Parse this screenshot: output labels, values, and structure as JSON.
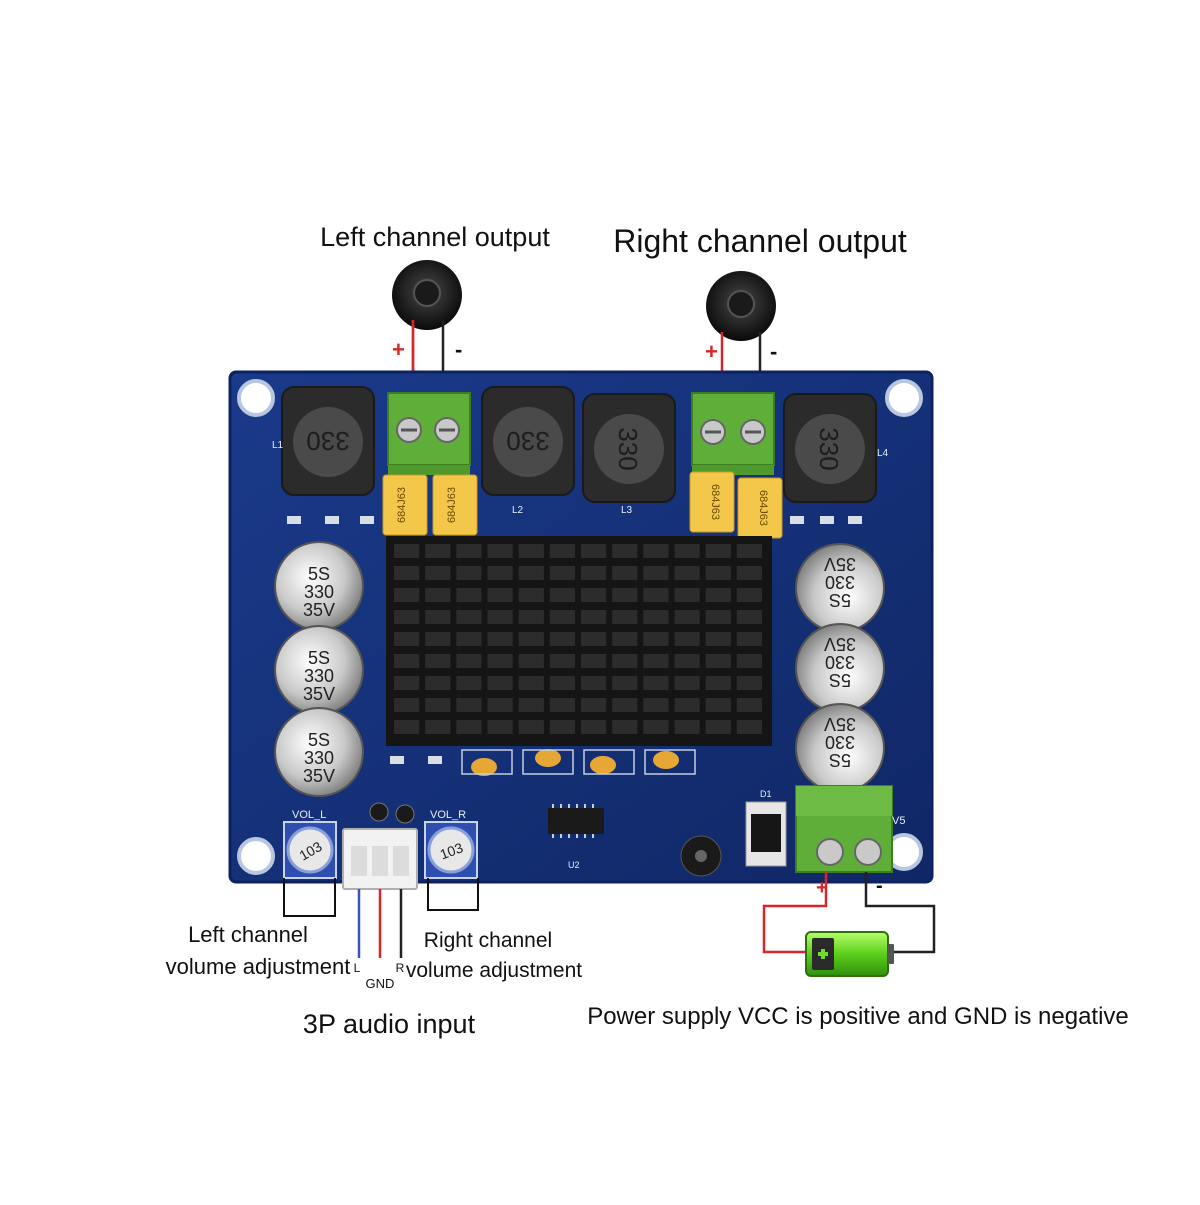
{
  "labels": {
    "left_output": "Left channel output",
    "right_output": "Right channel output",
    "plus": "+",
    "minus": "-",
    "left_volume_1": "Left channel",
    "left_volume_2": "volume adjustment",
    "right_volume_1": "Right channel",
    "right_volume_2": "volume adjustment",
    "audio_input": "3P audio input",
    "power_supply": "Power supply VCC is positive and GND is negative",
    "pin_l": "L",
    "pin_gnd": "GND",
    "pin_r": "R"
  },
  "board": {
    "vol_l": "VOL_L",
    "vol_r": "VOL_R",
    "v5": "V5",
    "inductor_code": "330",
    "capacitor_code": "684J63",
    "elcap_line1": "5S",
    "elcap_line2": "330",
    "elcap_line3": "35V",
    "pot_code": "103",
    "u2": "U2",
    "d1": "D1",
    "l1": "L1",
    "l2": "L2",
    "l3": "L3",
    "l4": "L4"
  },
  "colors": {
    "board": "#16317a",
    "board_edge": "#0d2260",
    "heatsink": "#111111",
    "terminal": "#5fae3a",
    "capacitor": "#f3c84a",
    "wire_positive": "#d6262a",
    "wire_negative": "#222222",
    "wire_input": "#3a52c8",
    "battery": "#6fdc2a"
  },
  "icons": [
    "speaker-icon",
    "battery-icon"
  ]
}
